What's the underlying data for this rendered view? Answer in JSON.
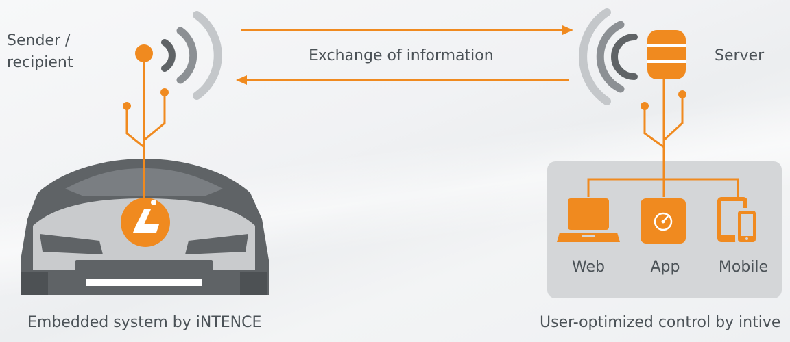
{
  "labels": {
    "sender_line1": "Sender /",
    "sender_line2": "recipient",
    "exchange": "Exchange of information",
    "server": "Server",
    "caption_left": "Embedded system by iNTENCE",
    "caption_right": "User-optimized control by intive"
  },
  "platforms": [
    {
      "label": "Web",
      "icon": "laptop-icon"
    },
    {
      "label": "App",
      "icon": "gauge-app-icon"
    },
    {
      "label": "Mobile",
      "icon": "tablet-phone-icon"
    }
  ],
  "colors": {
    "orange": "#f08a1f",
    "dark_gray": "#5f6366",
    "mid_gray": "#8c9094",
    "light_gray": "#c4c7ca",
    "panel": "#d4d6d8"
  }
}
